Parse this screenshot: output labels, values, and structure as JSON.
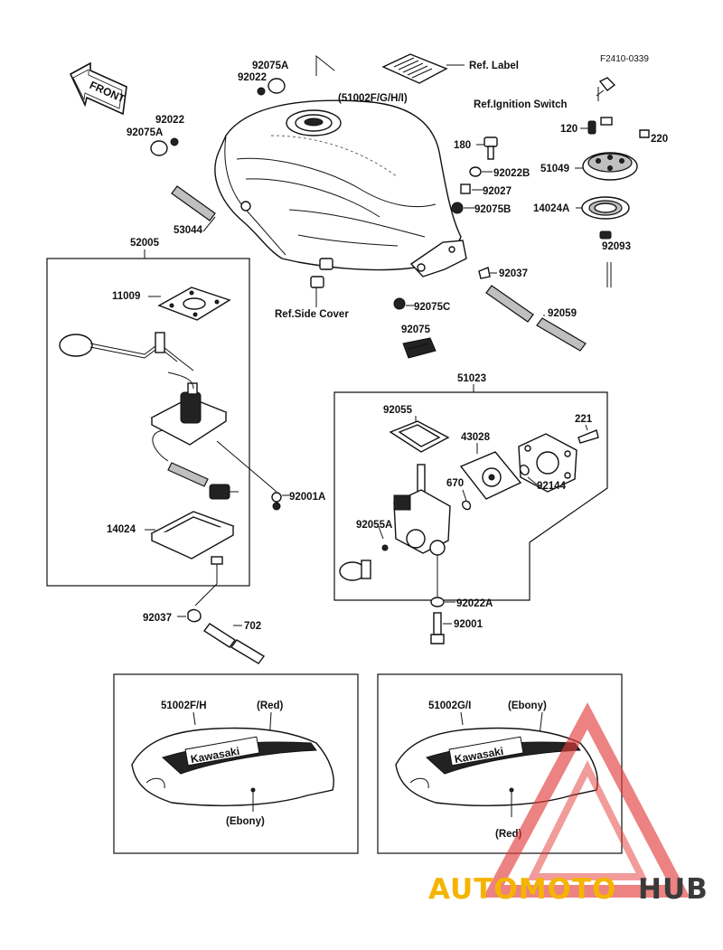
{
  "diagram": {
    "code": "F2410-0339",
    "front_label": "FRONT",
    "labels": {
      "p92075A_top": "92075A",
      "p92022_top": "92022",
      "ref_label": "Ref. Label",
      "p51002_all": "(51002F/G/H/I)",
      "p92022_left": "92022",
      "p92075A_left": "92075A",
      "ref_ignition": "Ref.Ignition Switch",
      "p120": "120",
      "p220": "220",
      "p180": "180",
      "p92022B": "92022B",
      "p51049": "51049",
      "p92027": "92027",
      "p14024A": "14024A",
      "p92075B": "92075B",
      "p53044": "53044",
      "p92093": "92093",
      "p52005": "52005",
      "p92037_right": "92037",
      "p11009": "11009",
      "ref_side_cover": "Ref.Side Cover",
      "p92075C": "92075C",
      "p92059": "92059",
      "p92075": "92075",
      "p51023": "51023",
      "p92055": "92055",
      "p43028": "43028",
      "p221": "221",
      "p670": "670",
      "p92144": "92144",
      "p92001A": "92001A",
      "p14024": "14024",
      "p92055A": "92055A",
      "p92022A": "92022A",
      "p92037_left": "92037",
      "p702": "702",
      "p92001": "92001"
    },
    "variants": [
      {
        "part": "51002F/H",
        "top_color": "(Red)",
        "bottom_color": "(Ebony)",
        "logo": "Kawasaki"
      },
      {
        "part": "51002G/I",
        "top_color": "(Ebony)",
        "bottom_color": "(Red)",
        "logo": "Kawasaki"
      }
    ]
  },
  "watermark": {
    "part1": "AUTOMOTO",
    "part2": "HUB",
    "color1": "#f5b400",
    "color2": "#3a3a3a",
    "logo_color": "#e23b3b"
  }
}
